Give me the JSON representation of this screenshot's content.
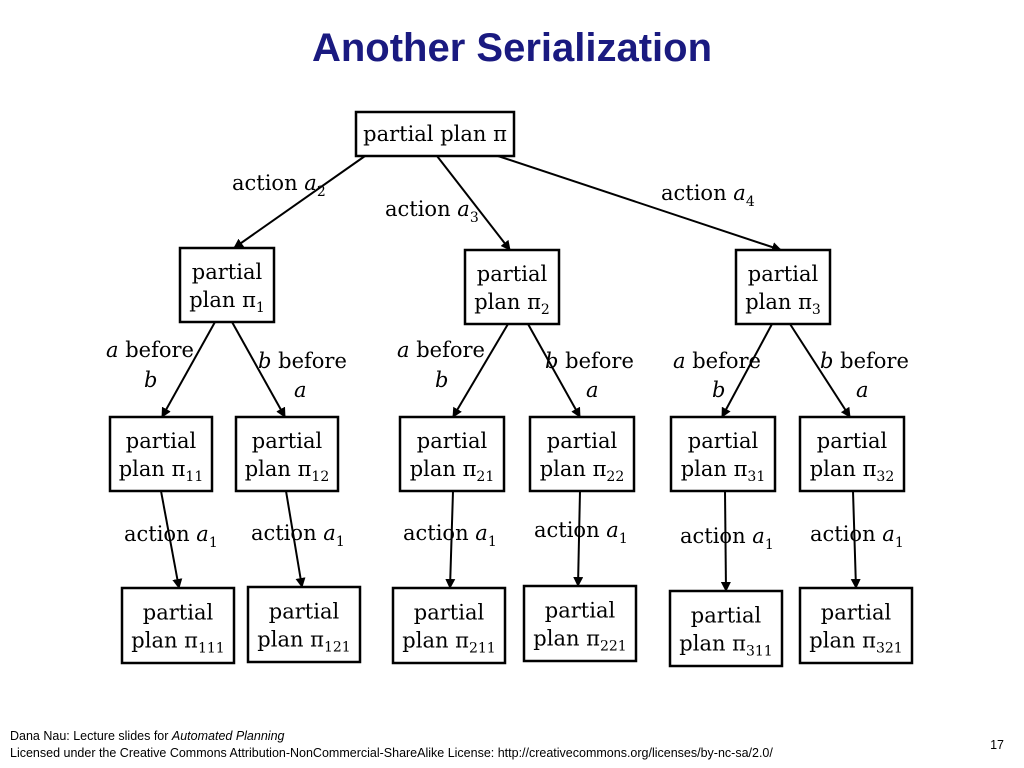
{
  "slide": {
    "title": "Another Serialization"
  },
  "diagram": {
    "nodes": [
      {
        "id": "root",
        "lines": [
          "partial plan π"
        ],
        "sub": ""
      },
      {
        "id": "p1",
        "lines": [
          "partial",
          "plan π"
        ],
        "sub": "1"
      },
      {
        "id": "p2",
        "lines": [
          "partial",
          "plan π"
        ],
        "sub": "2"
      },
      {
        "id": "p3",
        "lines": [
          "partial",
          "plan π"
        ],
        "sub": "3"
      },
      {
        "id": "p11",
        "lines": [
          "partial",
          "plan π"
        ],
        "sub": "11"
      },
      {
        "id": "p12",
        "lines": [
          "partial",
          "plan π"
        ],
        "sub": "12"
      },
      {
        "id": "p21",
        "lines": [
          "partial",
          "plan π"
        ],
        "sub": "21"
      },
      {
        "id": "p22",
        "lines": [
          "partial",
          "plan π"
        ],
        "sub": "22"
      },
      {
        "id": "p31",
        "lines": [
          "partial",
          "plan π"
        ],
        "sub": "31"
      },
      {
        "id": "p32",
        "lines": [
          "partial",
          "plan π"
        ],
        "sub": "32"
      },
      {
        "id": "p111",
        "lines": [
          "partial",
          "plan π"
        ],
        "sub": "111"
      },
      {
        "id": "p121",
        "lines": [
          "partial",
          "plan π"
        ],
        "sub": "121"
      },
      {
        "id": "p211",
        "lines": [
          "partial",
          "plan π"
        ],
        "sub": "211"
      },
      {
        "id": "p221",
        "lines": [
          "partial",
          "plan π"
        ],
        "sub": "221"
      },
      {
        "id": "p311",
        "lines": [
          "partial",
          "plan π"
        ],
        "sub": "311"
      },
      {
        "id": "p321",
        "lines": [
          "partial",
          "plan π"
        ],
        "sub": "321"
      }
    ],
    "edges": [
      {
        "from": "root",
        "to": "p1",
        "label": [
          "action a2"
        ]
      },
      {
        "from": "root",
        "to": "p2",
        "label": [
          "action a3"
        ]
      },
      {
        "from": "root",
        "to": "p3",
        "label": [
          "action a4"
        ]
      },
      {
        "from": "p1",
        "to": "p11",
        "label": [
          "a before",
          "b"
        ]
      },
      {
        "from": "p1",
        "to": "p12",
        "label": [
          "b before",
          "a"
        ]
      },
      {
        "from": "p2",
        "to": "p21",
        "label": [
          "a before",
          "b"
        ]
      },
      {
        "from": "p2",
        "to": "p22",
        "label": [
          "b before",
          "a"
        ]
      },
      {
        "from": "p3",
        "to": "p31",
        "label": [
          "a before",
          "b"
        ]
      },
      {
        "from": "p3",
        "to": "p32",
        "label": [
          "b before",
          "a"
        ]
      },
      {
        "from": "p11",
        "to": "p111",
        "label": [
          "action a1"
        ]
      },
      {
        "from": "p12",
        "to": "p121",
        "label": [
          "action a1"
        ]
      },
      {
        "from": "p21",
        "to": "p211",
        "label": [
          "action a1"
        ]
      },
      {
        "from": "p22",
        "to": "p221",
        "label": [
          "action a1"
        ]
      },
      {
        "from": "p31",
        "to": "p311",
        "label": [
          "action a1"
        ]
      },
      {
        "from": "p32",
        "to": "p321",
        "label": [
          "action a1"
        ]
      }
    ],
    "parts": {
      "action": "action",
      "a": "a",
      "b": "b",
      "before": "before"
    }
  },
  "footer": {
    "prefix": "Dana Nau: Lecture slides for ",
    "book": "Automated Planning",
    "license": "Licensed under the Creative Commons Attribution-NonCommercial-ShareAlike License: http://creativecommons.org/licenses/by-nc-sa/2.0/"
  },
  "page_number": "17"
}
